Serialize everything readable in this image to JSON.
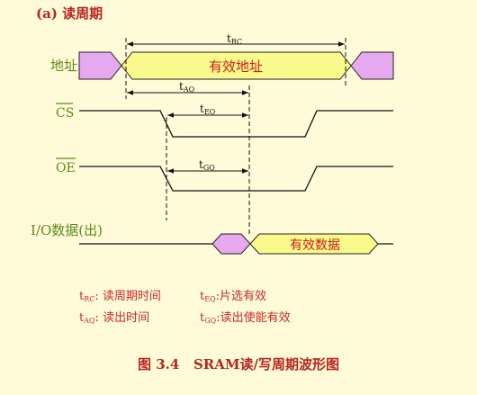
{
  "title": "(a) 读周期",
  "signals": {
    "address": "地址",
    "cs": "CS",
    "oe": "OE",
    "io": "I/O数据(出)"
  },
  "bus_labels": {
    "address_valid": "有效地址",
    "data_valid": "有效数据"
  },
  "timing_params": {
    "trc": {
      "sym": "t",
      "sub": "RC"
    },
    "taq": {
      "sym": "t",
      "sub": "AQ"
    },
    "teq": {
      "sym": "t",
      "sub": "EQ"
    },
    "tgq": {
      "sym": "t",
      "sub": "GQ"
    }
  },
  "legend": [
    {
      "sym": "t",
      "sub": "RC",
      "desc": ": 读周期时间"
    },
    {
      "sym": "t",
      "sub": "AQ",
      "desc": ": 读出时间"
    },
    {
      "sym": "t",
      "sub": "EQ",
      "desc": ":片选有效"
    },
    {
      "sym": "t",
      "sub": "GQ",
      "desc": ":读出使能有效"
    }
  ],
  "caption": "图 3.4   SRAM读/写周期波形图",
  "colors": {
    "background": "#fffbd8",
    "title": "#b8241e",
    "signal_label": "#5c8a1c",
    "waveform": "#111111",
    "bus_fill": "#fafa8c",
    "bus_text": "#cc1a1a",
    "hex_fill": "#e6a8ee",
    "legend_text": "#c82828",
    "caption": "#b8241e"
  }
}
